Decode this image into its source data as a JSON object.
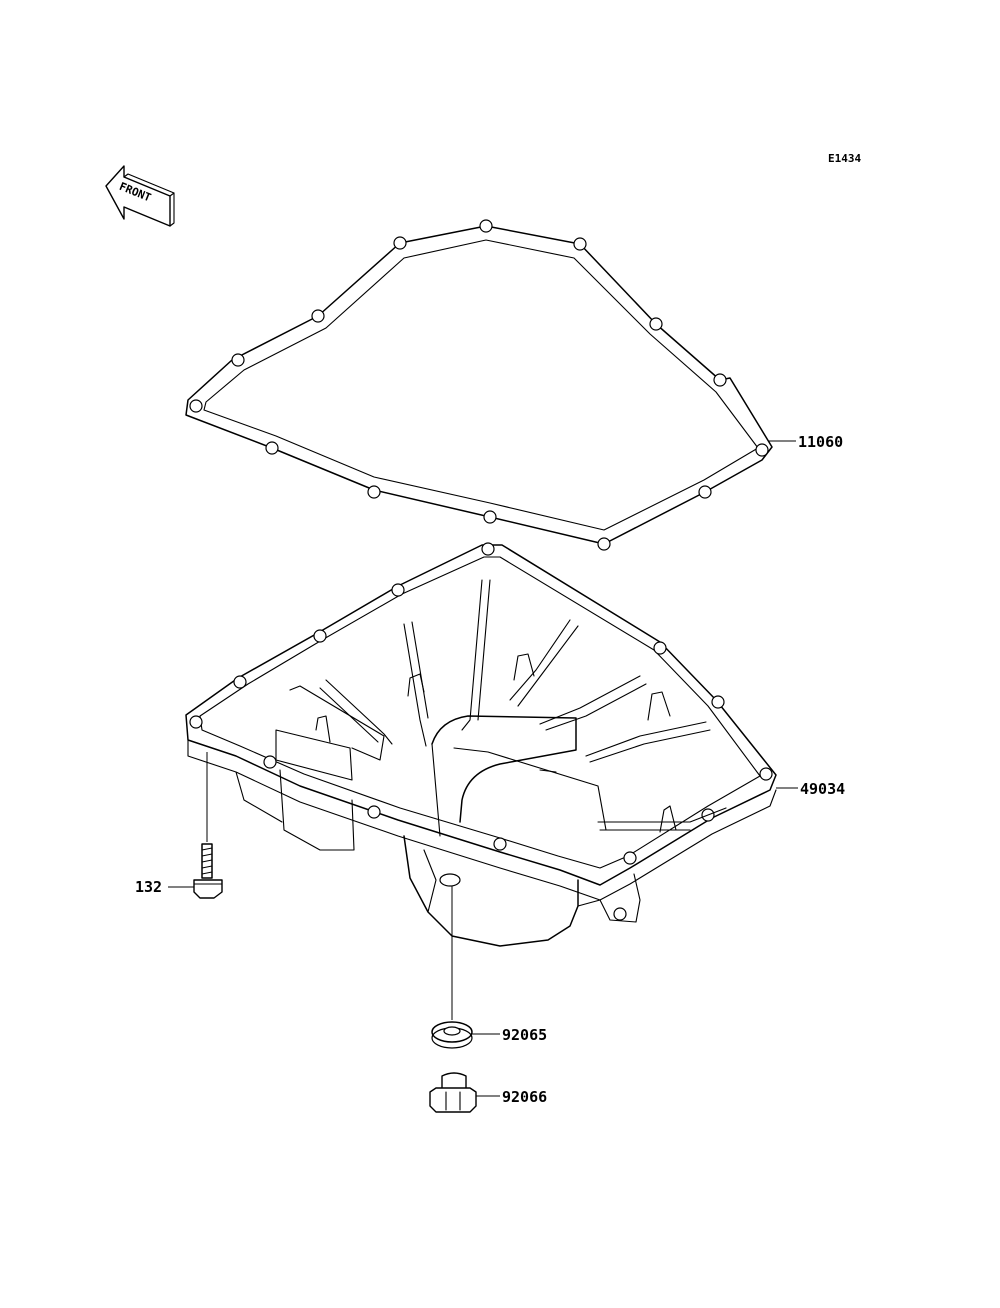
{
  "diagram": {
    "code": "E1434",
    "front_label": "FRONT",
    "parts": [
      {
        "number": "11060",
        "description": ""
      },
      {
        "number": "49034",
        "description": ""
      },
      {
        "number": "132",
        "description": ""
      },
      {
        "number": "92065",
        "description": ""
      },
      {
        "number": "92066",
        "description": ""
      }
    ]
  }
}
